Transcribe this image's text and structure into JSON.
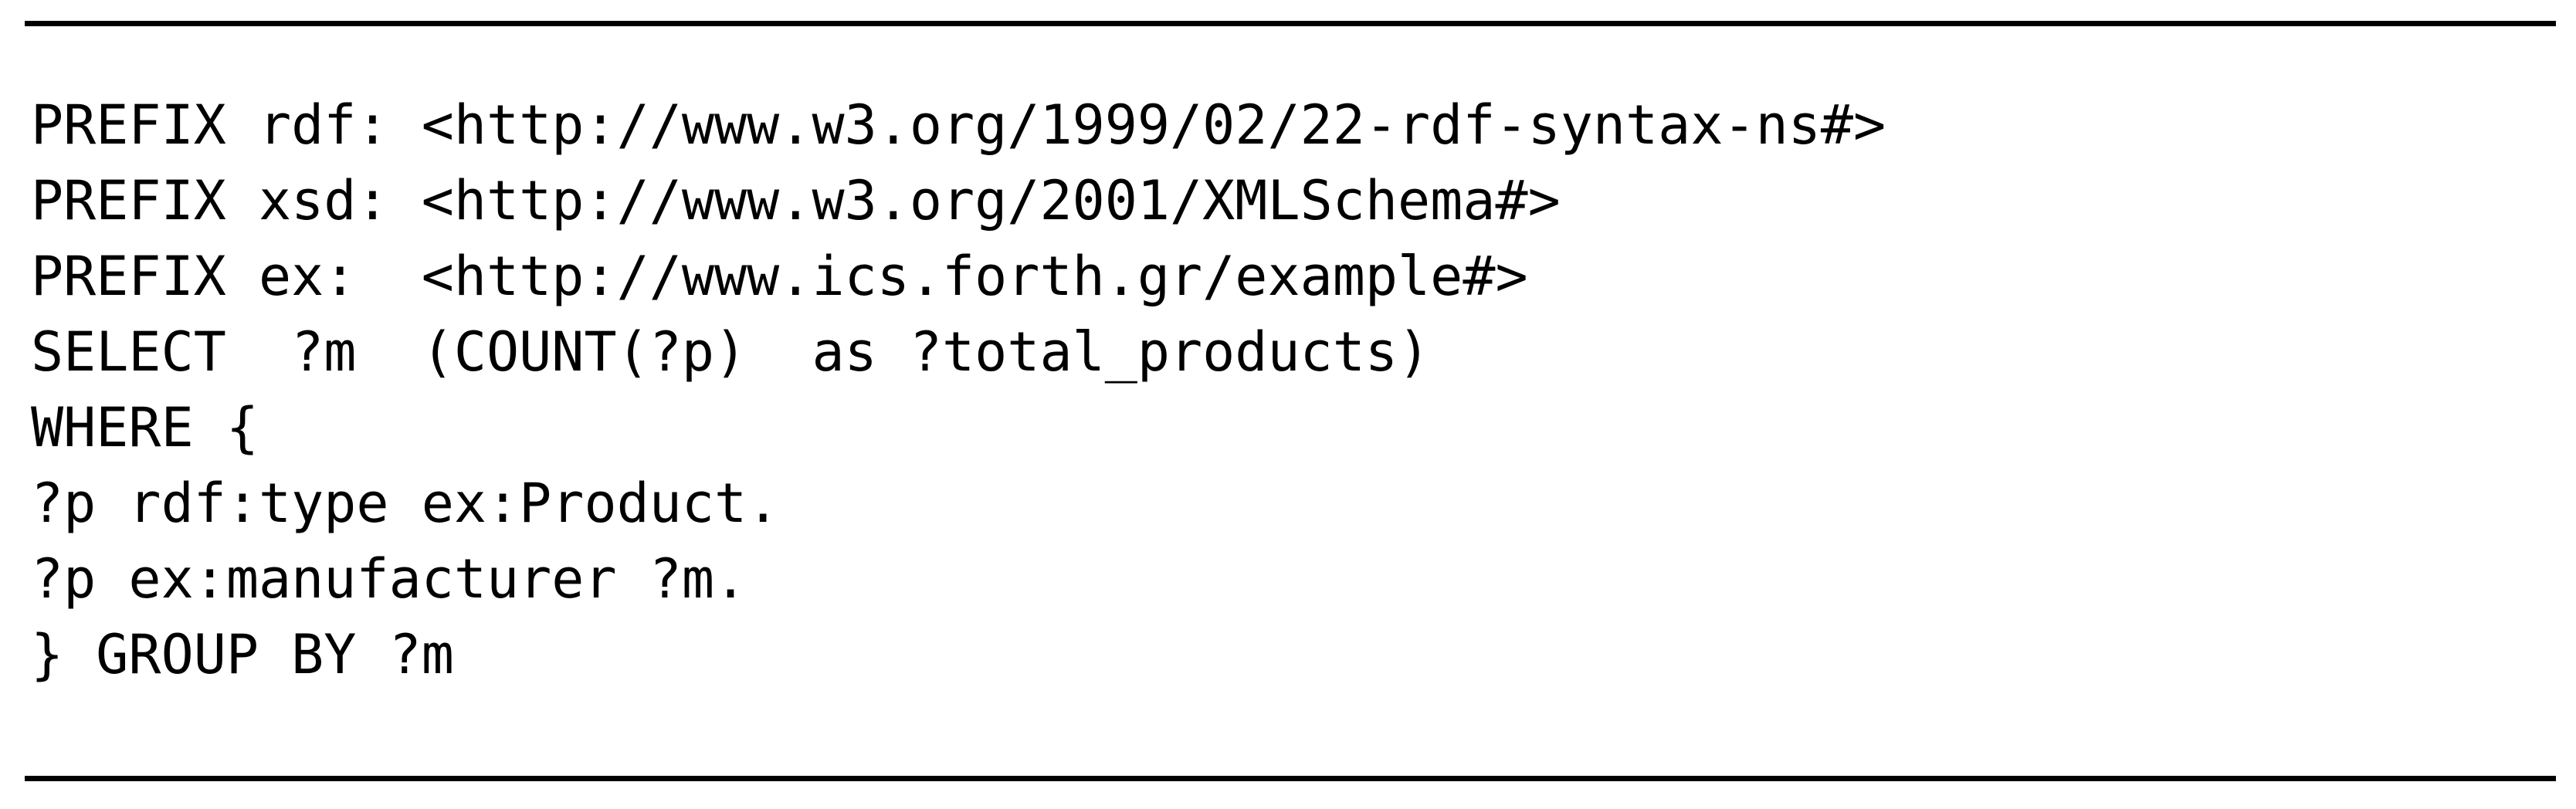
{
  "figure": {
    "kind": "code-listing",
    "language": "SPARQL",
    "rules": {
      "top_visible": true,
      "bottom_visible": true,
      "color": "#000000"
    },
    "colors": {
      "background": "#ffffff",
      "text": "#000000",
      "rule": "#000000"
    },
    "code": {
      "line_count": 8,
      "lines": [
        "PREFIX rdf: <http://www.w3.org/1999/02/22-rdf-syntax-ns#>",
        "PREFIX xsd: <http://www.w3.org/2001/XMLSchema#>",
        "PREFIX ex:  <http://www.ics.forth.gr/example#>",
        "SELECT  ?m  (COUNT(?p)  as ?total_products)",
        "WHERE {",
        "?p rdf:type ex:Product.",
        "?p ex:manufacturer ?m.",
        "} GROUP BY ?m"
      ]
    }
  }
}
